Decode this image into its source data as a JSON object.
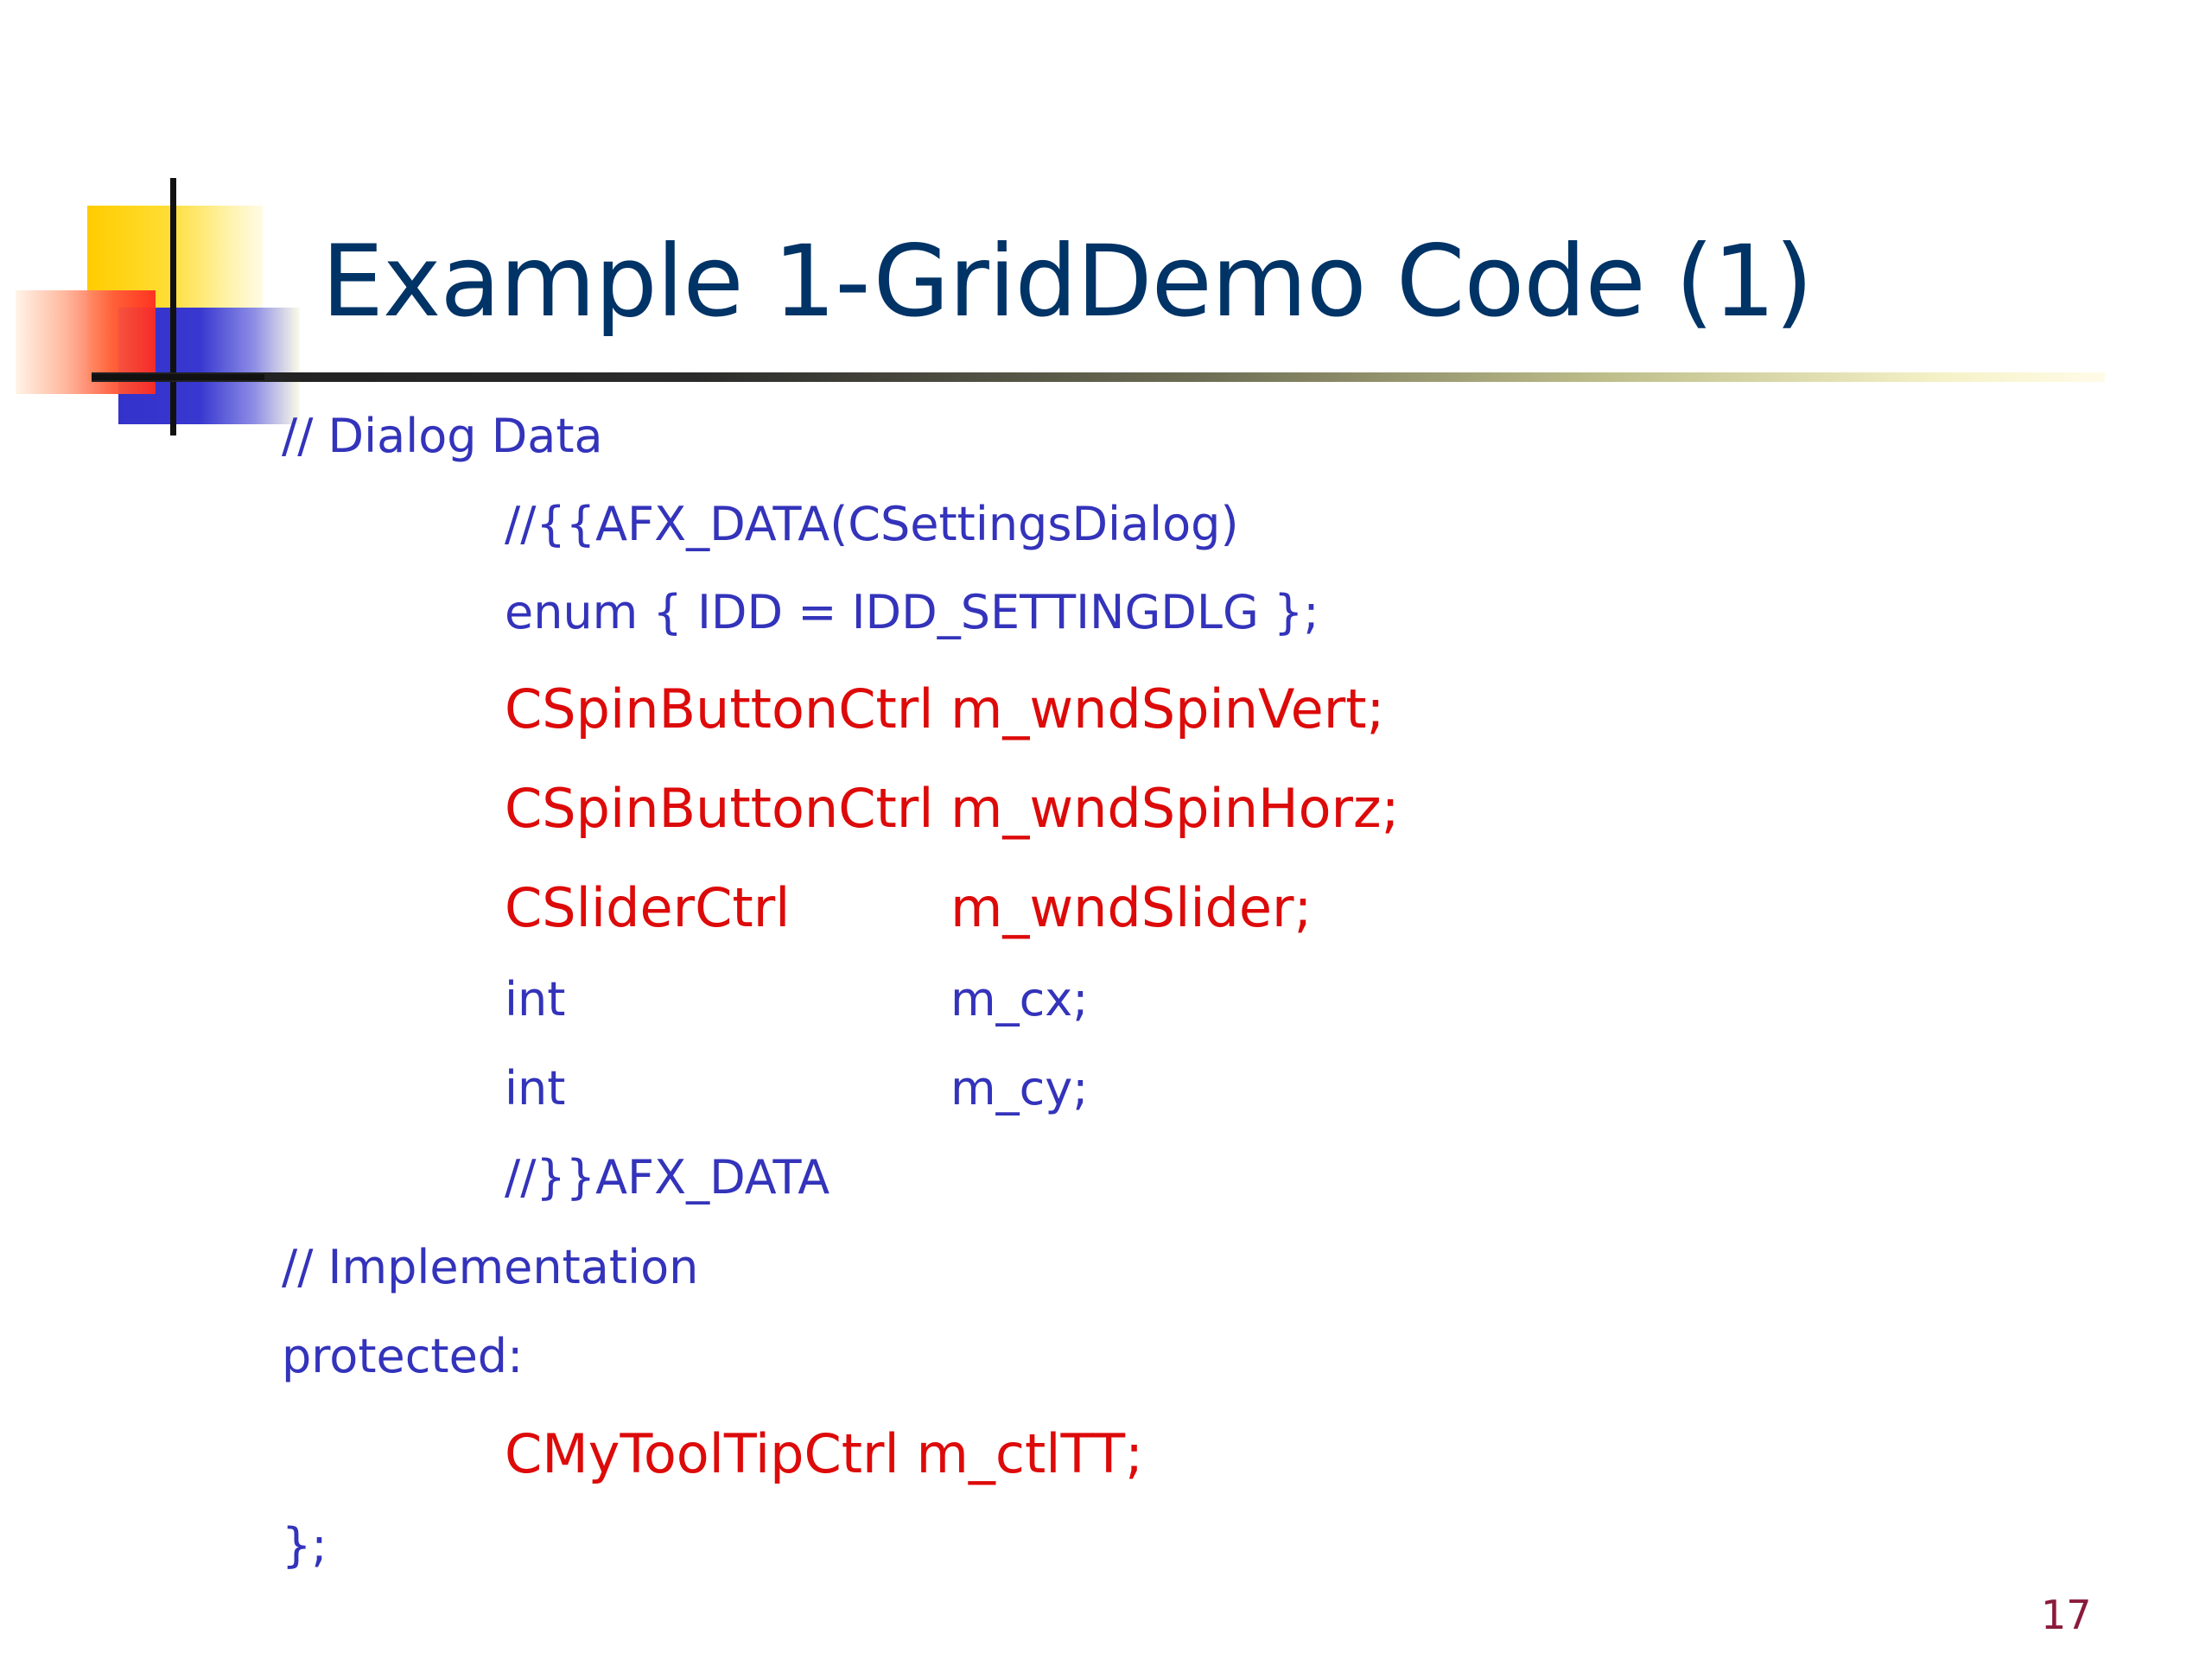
{
  "slide": {
    "title": "Example 1-GridDemo Code (1)",
    "page_number": "17",
    "colors": {
      "title": "#003366",
      "code_blue": "#3333bb",
      "code_red": "#dd0a0a",
      "page_number": "#8b1a3a"
    }
  },
  "code": {
    "comment_dialog_data": "// Dialog Data",
    "afx_data_begin": "//{{AFX_DATA(CSettingsDialog)",
    "enum_line": "enum { IDD = IDD_SETTINGDLG };",
    "members": [
      {
        "type": "CSpinButtonCtrl",
        "name": "m_wndSpinVert;"
      },
      {
        "type": "CSpinButtonCtrl",
        "name": "m_wndSpinHorz;"
      },
      {
        "type": "CSliderCtrl",
        "name": "m_wndSlider;"
      },
      {
        "type": "int",
        "name": "m_cx;"
      },
      {
        "type": "int",
        "name": "m_cy;"
      }
    ],
    "afx_data_end": "//}}AFX_DATA",
    "comment_implementation": "// Implementation",
    "protected_label": "protected:",
    "tooltip_member": "CMyToolTipCtrl m_ctlTT;",
    "closing": "};"
  },
  "logo": {
    "icon": "decorative-squares-logo"
  }
}
